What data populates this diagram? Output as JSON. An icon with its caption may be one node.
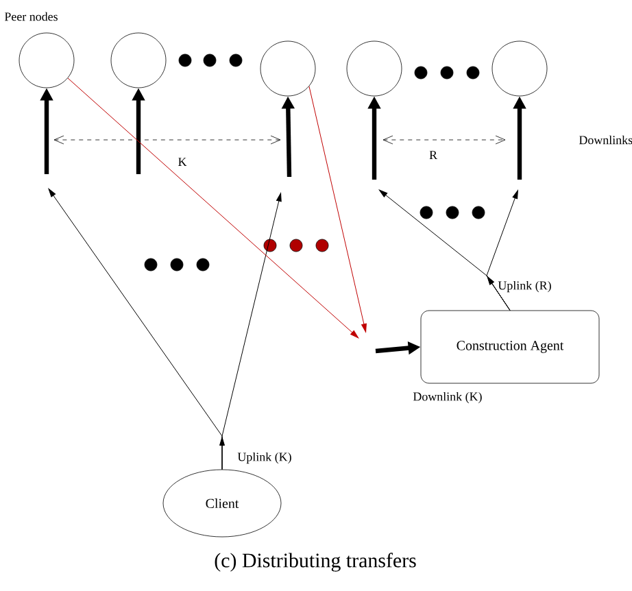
{
  "diagram": {
    "caption": "(c) Distributing transfers",
    "nodes": [
      {
        "text": [],
        "shape": "circle"
      },
      {
        "text": [],
        "shape": "circle"
      },
      {
        "text": [],
        "shape": "circle"
      },
      {
        "text": [],
        "shape": "circle"
      },
      {
        "text": [],
        "shape": "circle"
      },
      {
        "text": [
          "Client"
        ]
      },
      {
        "text": [
          "Construction Agent"
        ]
      }
    ],
    "edges": [
      {
        "from": null,
        "to": 0,
        "arrow": "to",
        "style": "thick"
      },
      {
        "from": null,
        "to": 1,
        "arrow": "to",
        "style": "thick"
      },
      {
        "from": null,
        "to": 2,
        "arrow": "to",
        "style": "thick"
      },
      {
        "from": null,
        "to": 3,
        "arrow": "to",
        "style": "thick"
      },
      {
        "from": null,
        "to": 4,
        "arrow": "to",
        "style": "thick"
      },
      {
        "from": null,
        "to": 6,
        "arrow": "to",
        "style": "thick",
        "label": "Downlink (K)"
      },
      {
        "from": 5,
        "to": null,
        "arrow": "to",
        "label": "Uplink (K)"
      },
      {
        "from": 5,
        "to": null,
        "arrow": "to"
      },
      {
        "from": 5,
        "to": null,
        "arrow": "to"
      },
      {
        "from": 6,
        "to": null,
        "arrow": "to",
        "label": "Uplink (R)"
      },
      {
        "from": 6,
        "to": null,
        "arrow": "to"
      },
      {
        "from": 6,
        "to": null,
        "arrow": "to"
      },
      {
        "from": 0,
        "to": null,
        "arrow": "to",
        "color": "#c00000"
      },
      {
        "from": 2,
        "to": null,
        "arrow": "to",
        "color": "#c00000"
      }
    ],
    "labels": [
      "Peer nodes",
      "K",
      "Downlinks",
      "R"
    ]
  }
}
